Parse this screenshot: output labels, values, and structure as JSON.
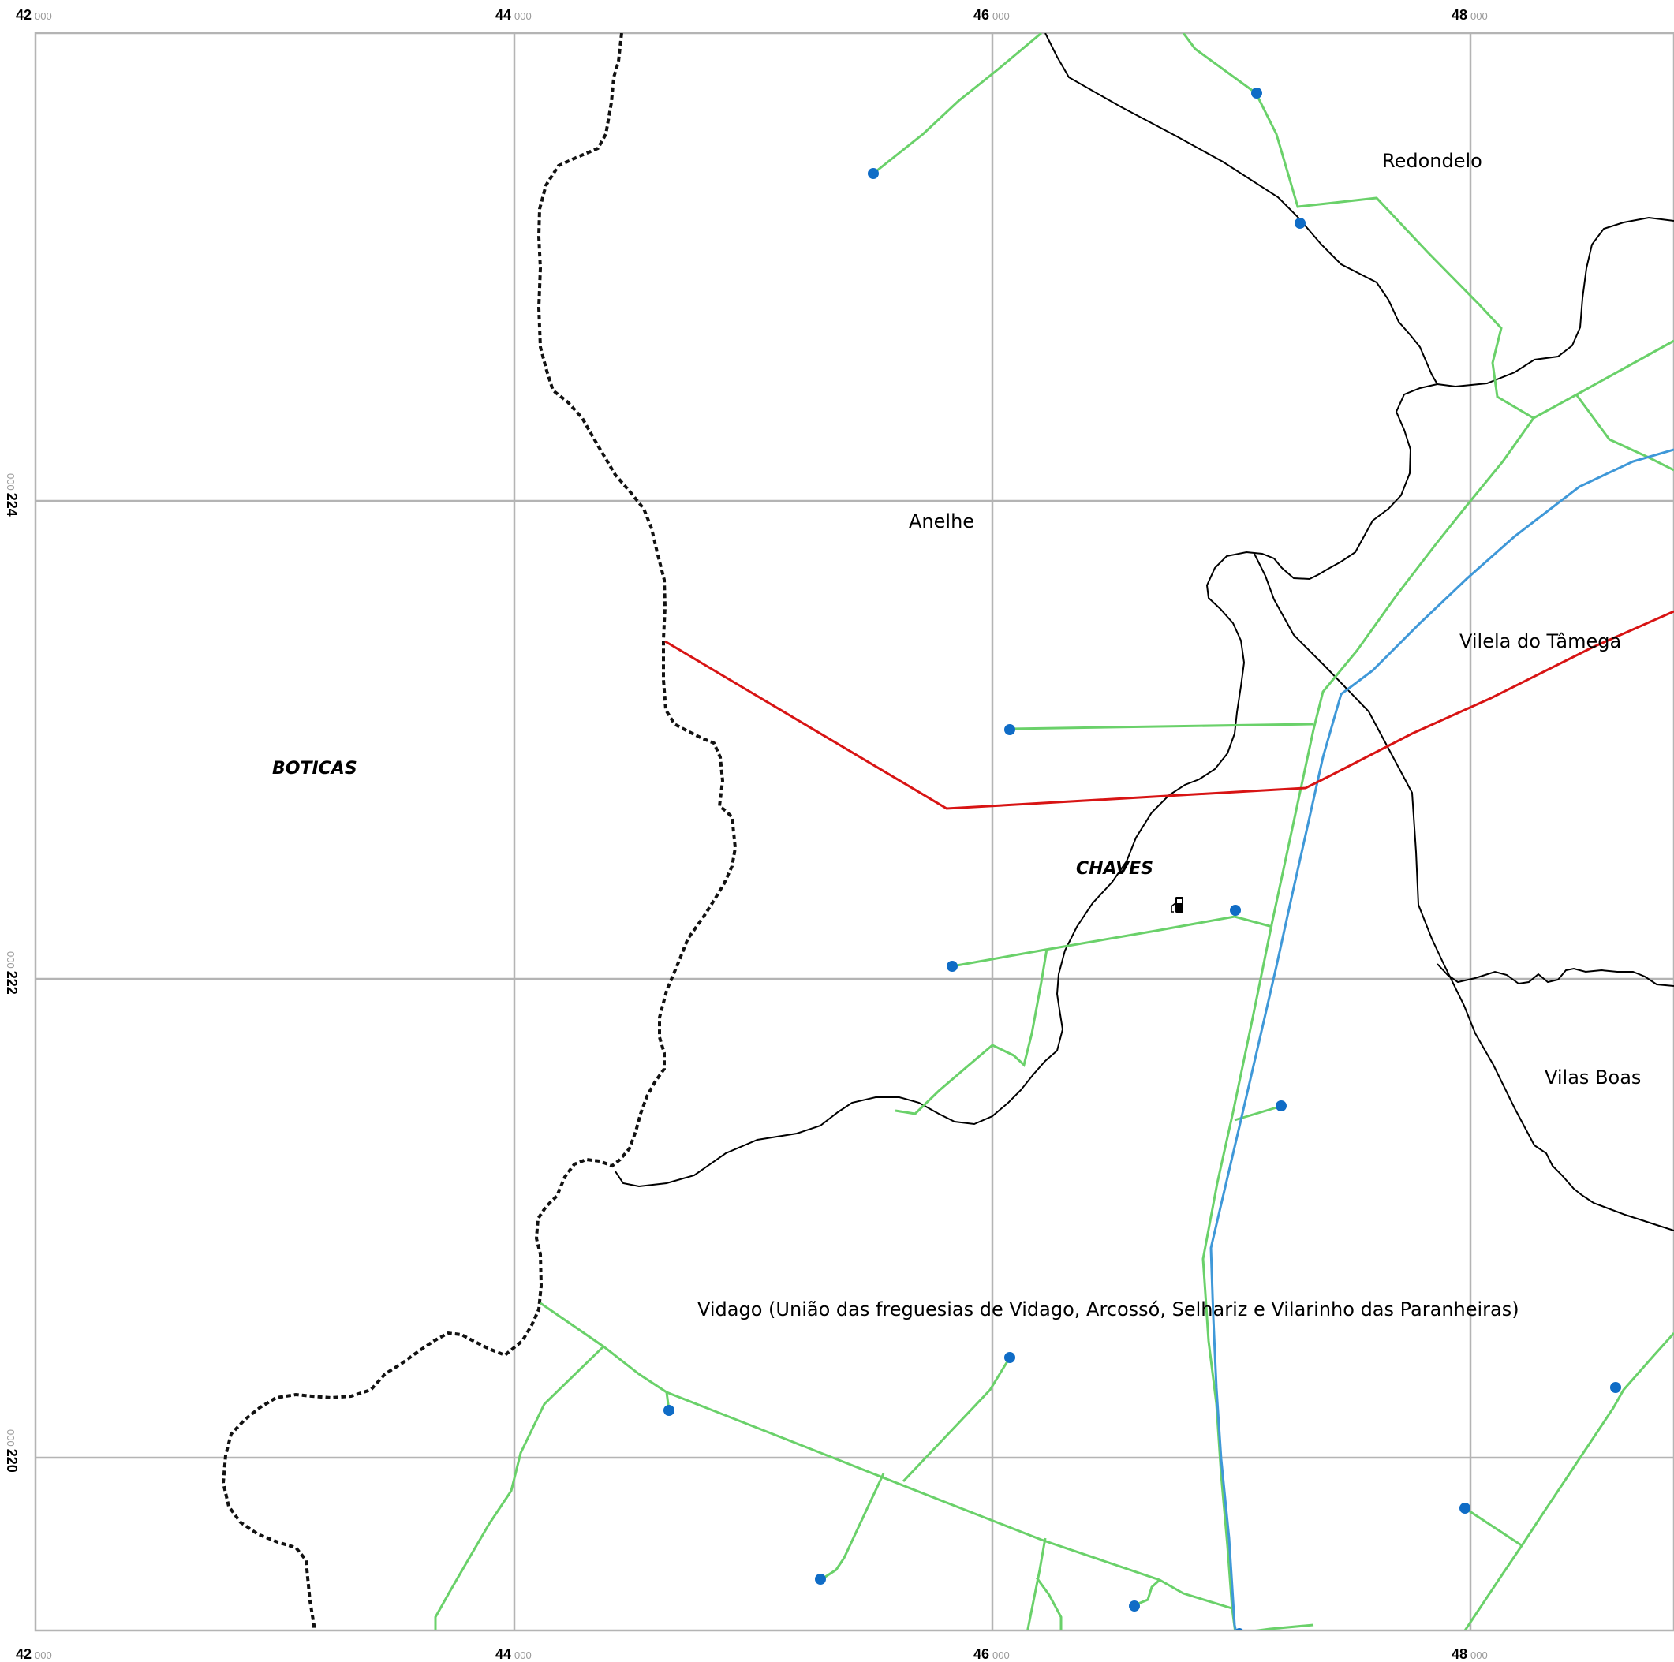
{
  "axes": {
    "x_ticks": [
      {
        "major": "42",
        "minor": "000"
      },
      {
        "major": "44",
        "minor": "000"
      },
      {
        "major": "46",
        "minor": "000"
      },
      {
        "major": "48",
        "minor": "000"
      }
    ],
    "y_ticks": [
      {
        "major": "224",
        "minor": "000"
      },
      {
        "major": "222",
        "minor": "000"
      },
      {
        "major": "220",
        "minor": "000"
      }
    ]
  },
  "labels": {
    "redondelo": "Redondelo",
    "anelhe": "Anelhe",
    "vilela": "Vilela do Tâmega",
    "boticas": "BOTICAS",
    "chaves": "CHAVES",
    "vilas_boas": "Vilas Boas",
    "vidago": "Vidago (União das freguesias de Vidago, Arcossó, Selhariz e Vilarinho das Paranheiras)"
  },
  "colors": {
    "grid": "#b4b4b4",
    "boundary": "#111111",
    "parish": "#000000",
    "green_network": "#6ad16a",
    "blue_network": "#3f98d8",
    "red_network": "#d81414",
    "points": "#0f6cc6"
  },
  "icons": {
    "fuel_station": "fuel-station-icon"
  }
}
